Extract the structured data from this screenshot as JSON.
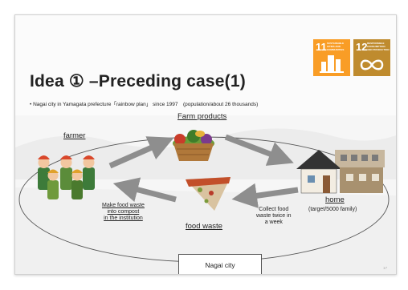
{
  "slide": {
    "title": "Idea  ① –Preceding case(1)",
    "bullet": "• Nagai city in Yamagata prefecture「rainbow plan」 since 1997　(population/about 26 thousands)",
    "page_number": "17"
  },
  "sdg_badges": [
    {
      "number": "11",
      "caption": "SUSTAINABLE CITIES AND COMMUNITIES",
      "color": "#f99d26"
    },
    {
      "number": "12",
      "caption": "RESPONSIBLE CONSUMPTION AND PRODUCTION",
      "color": "#bf8b2e"
    }
  ],
  "diagram": {
    "farmer": "farmer",
    "farm_products": "Farm products",
    "home": "home",
    "home_note": "(target/5000 family)",
    "food_waste": "food waste",
    "compost_note": [
      "Make food waste",
      "into compost",
      "in the institution"
    ],
    "collect_note": [
      "Collect food",
      "waste twice in",
      "a week"
    ],
    "city": "Nagai city"
  }
}
